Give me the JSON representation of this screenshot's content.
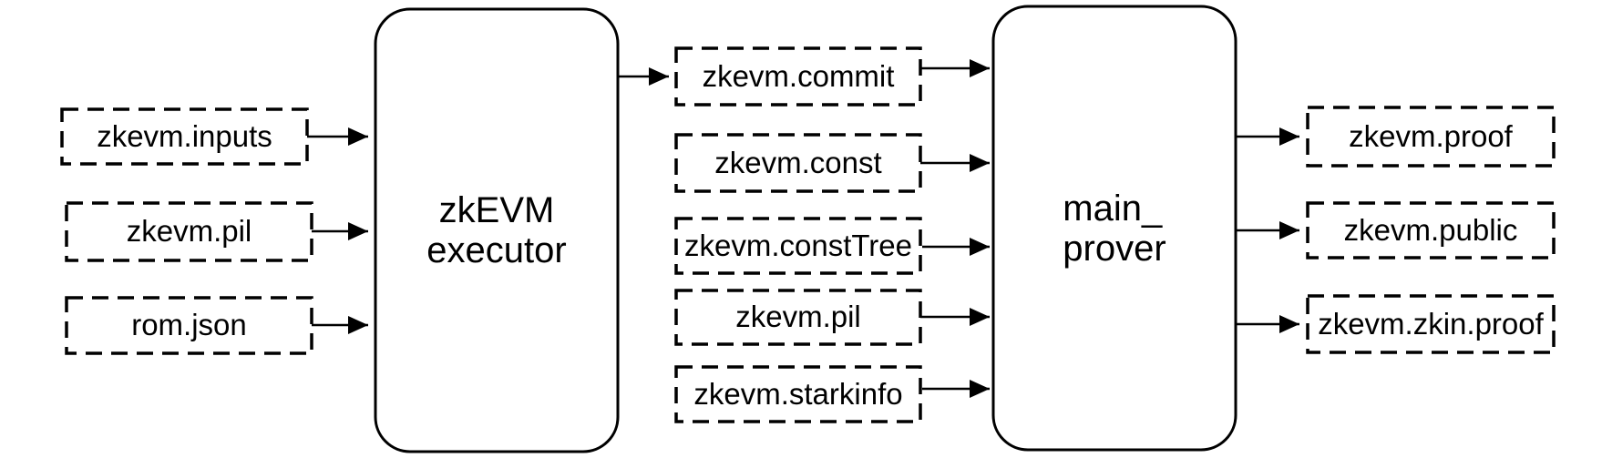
{
  "diagram": {
    "background_color": "#ffffff",
    "stroke_color": "#000000",
    "nodes": {
      "executor": {
        "line1": "zkEVM",
        "line2": "executor"
      },
      "prover": {
        "line1": "main_",
        "line2": "prover"
      },
      "inputs": [
        {
          "label": "zkevm.inputs"
        },
        {
          "label": "zkevm.pil"
        },
        {
          "label": "rom.json"
        }
      ],
      "intermediates": [
        {
          "label": "zkevm.commit"
        },
        {
          "label": "zkevm.const"
        },
        {
          "label": "zkevm.constTree"
        },
        {
          "label": "zkevm.pil"
        },
        {
          "label": "zkevm.starkinfo"
        }
      ],
      "outputs": [
        {
          "label": "zkevm.proof"
        },
        {
          "label": "zkevm.public"
        },
        {
          "label": "zkevm.zkin.proof"
        }
      ]
    }
  }
}
